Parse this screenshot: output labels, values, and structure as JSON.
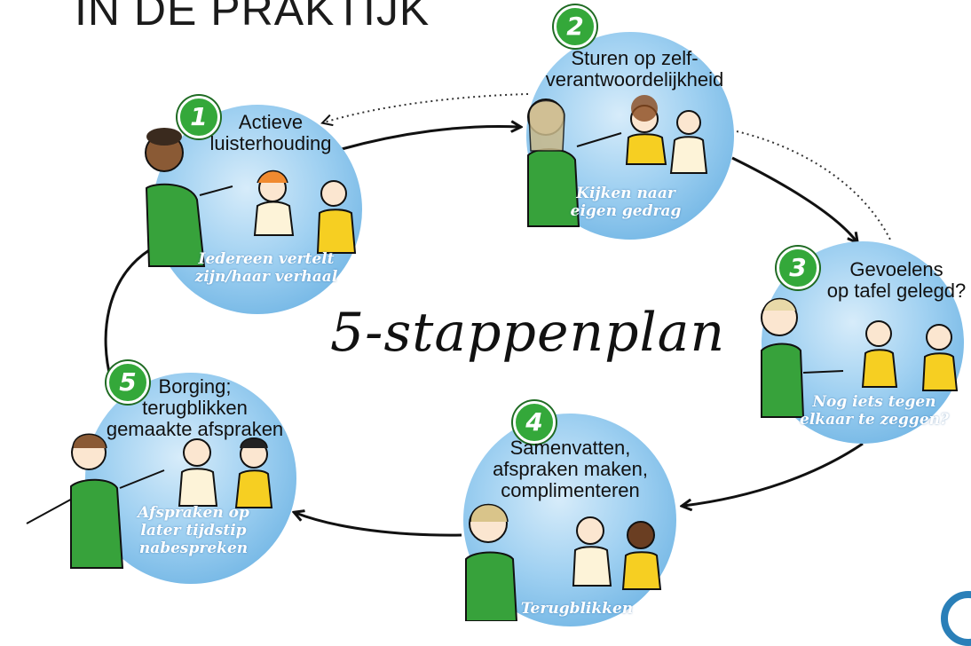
{
  "title": "IN DE PRAKTIJK",
  "center_title": "5-stappenplan",
  "steps": [
    {
      "number": "1",
      "heading": "Actieve\nluisterhouding",
      "caption": "Iedereen vertelt\nzijn/haar verhaal"
    },
    {
      "number": "2",
      "heading": "Sturen op zelf-\nverantwoordelijkheid",
      "caption": "Kijken naar\neigen gedrag"
    },
    {
      "number": "3",
      "heading": "Gevoelens\nop tafel gelegd?",
      "caption": "Nog iets tegen\nelkaar te zeggen?"
    },
    {
      "number": "4",
      "heading": "Samenvatten,\nafspraken maken,\ncomplimenteren",
      "caption": "Terugblikken"
    },
    {
      "number": "5",
      "heading": "Borging;\nterugblikken\ngemaakte afspraken",
      "caption": "Afspraken op\nlater tijdstip\nnabespreken"
    }
  ],
  "colors": {
    "circle": "#8cc6ee",
    "badge": "#34a83a",
    "shirt_green": "#37a23b",
    "shirt_yellow": "#f6cf22",
    "ink": "#111111"
  }
}
